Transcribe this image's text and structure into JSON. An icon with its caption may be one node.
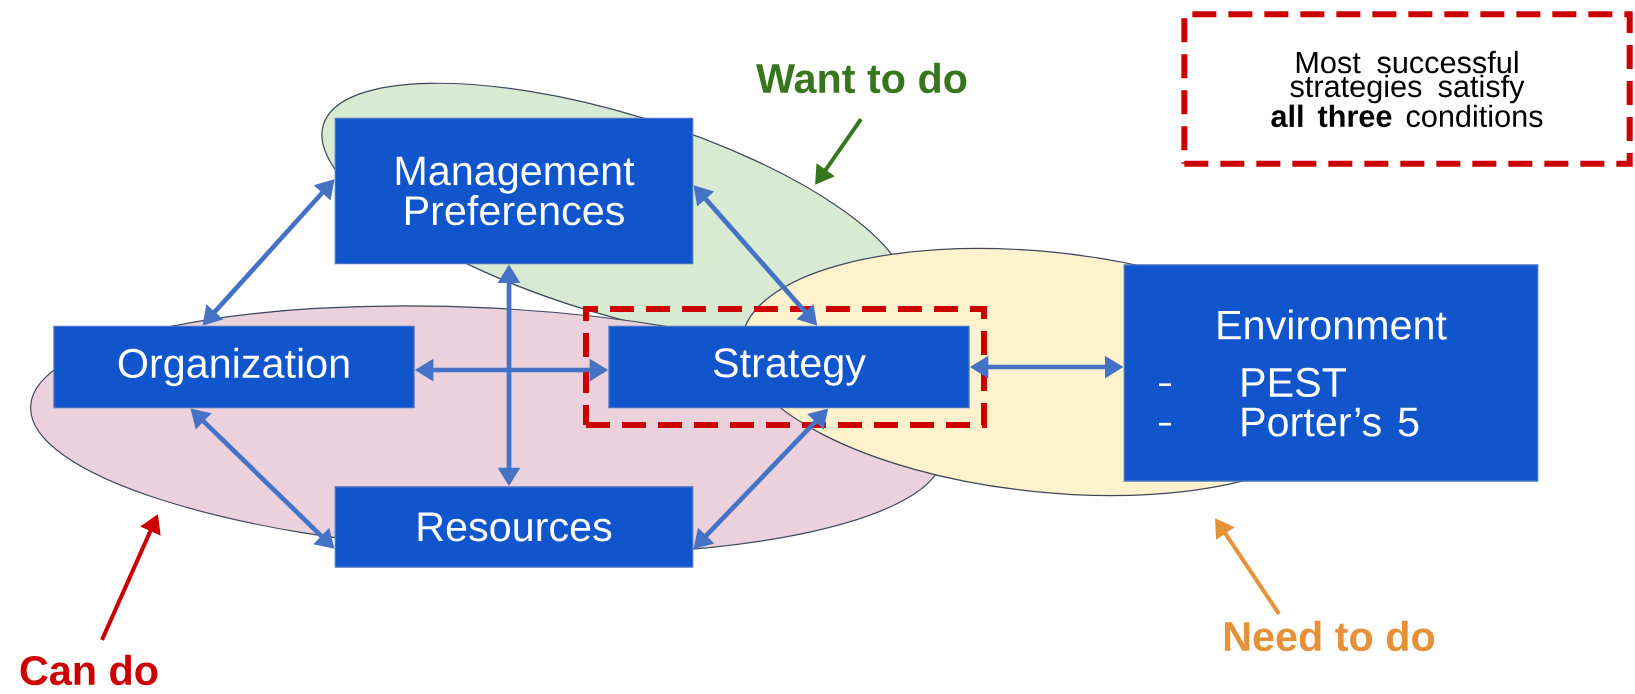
{
  "diagram": {
    "nodes": [
      {
        "text": [
          "Want to do"
        ]
      },
      {
        "text": [
          "Most successful strategies satisfy **all three** conditions"
        ]
      },
      {
        "text": [
          "Management Preferences"
        ]
      },
      {
        "text": [
          "Organization"
        ]
      },
      {
        "text": [],
        "shape": "box"
      },
      {
        "text": [
          "Strategy"
        ],
        "in": 4
      },
      {
        "text": [
          "Environment",
          "PEST",
          "Porter’s 5"
        ]
      },
      {
        "text": [
          "Resources"
        ]
      },
      {
        "text": [
          "Need to do"
        ]
      },
      {
        "text": [
          "Can do"
        ]
      }
    ],
    "edges": [
      {
        "from": 3,
        "to": 2,
        "arrow": "both"
      },
      {
        "from": 2,
        "to": 5,
        "arrow": "both"
      },
      {
        "from": 3,
        "to": 5,
        "arrow": "both"
      },
      {
        "from": 2,
        "to": 7,
        "arrow": "both"
      },
      {
        "from": 5,
        "to": 6,
        "arrow": "both"
      },
      {
        "from": 3,
        "to": 7,
        "arrow": "both"
      },
      {
        "from": 5,
        "to": 7,
        "arrow": "both"
      },
      {
        "from": 0,
        "to": null,
        "arrow": "to",
        "color": "#38761d"
      },
      {
        "from": 8,
        "to": null,
        "arrow": "to",
        "color": "#e69138"
      },
      {
        "from": 9,
        "to": null,
        "arrow": "to",
        "color": "#cc0000"
      }
    ]
  }
}
